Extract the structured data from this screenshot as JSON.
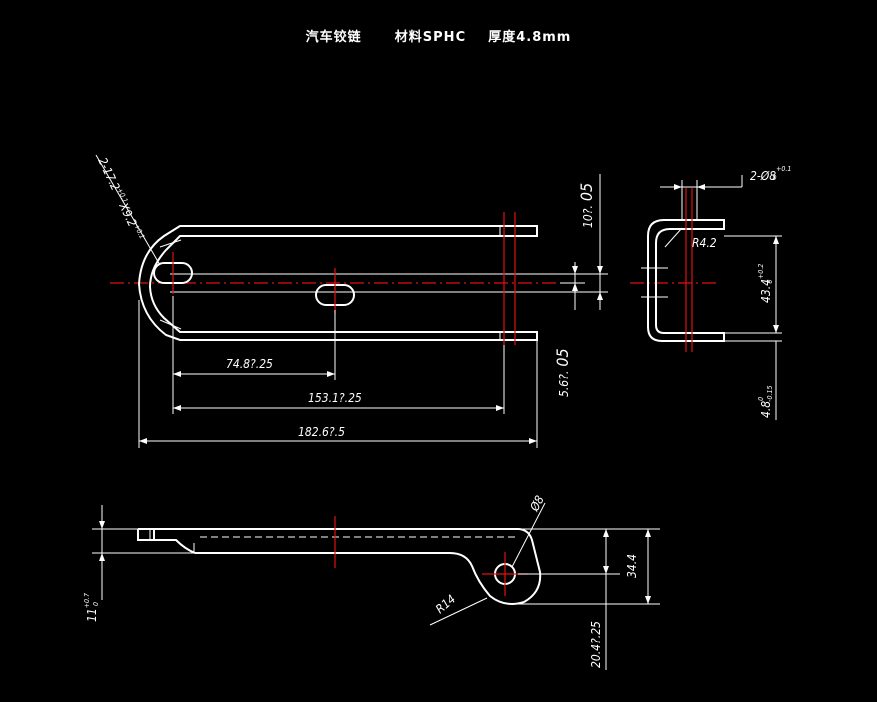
{
  "title": "汽车铰链      材料SPHC    厚度4.8mm",
  "colors": {
    "background": "#000000",
    "outline": "#ffffff",
    "centerline": "#e01010"
  },
  "dims": {
    "hole_callout": "2-17.2",
    "hole_callout_tol": "+0.1",
    "hole_callout_x": "X9.2",
    "hole_callout_x_tol": "+0.1",
    "d_74": "74.8",
    "d_74_tol": "?.25",
    "d_153": "153.1",
    "d_153_tol": "?.25",
    "d_182": "182.6",
    "d_182_tol": "?.5",
    "d_10": "10?.",
    "d_10_tol": "05",
    "d_5": "5.6?.",
    "d_5_tol": "05",
    "bolt": "2-Ø8",
    "bolt_tol_up": "+0.1",
    "bolt_tol_lo": "0",
    "r4": "R4.2",
    "d_43": "43.4",
    "d_43_tol_up": "+0.2",
    "d_43_tol_lo": "0",
    "d_48": "4.8",
    "d_48_tol_up": "0",
    "d_48_tol_lo": "-0.15",
    "phi8": "Ø8",
    "r14": "R14",
    "d_34": "34.4",
    "d_20": "20.4",
    "d_20_tol": "?.25",
    "d_11": "11",
    "d_11_tol_up": "+0.7",
    "d_11_tol_lo": "0"
  }
}
